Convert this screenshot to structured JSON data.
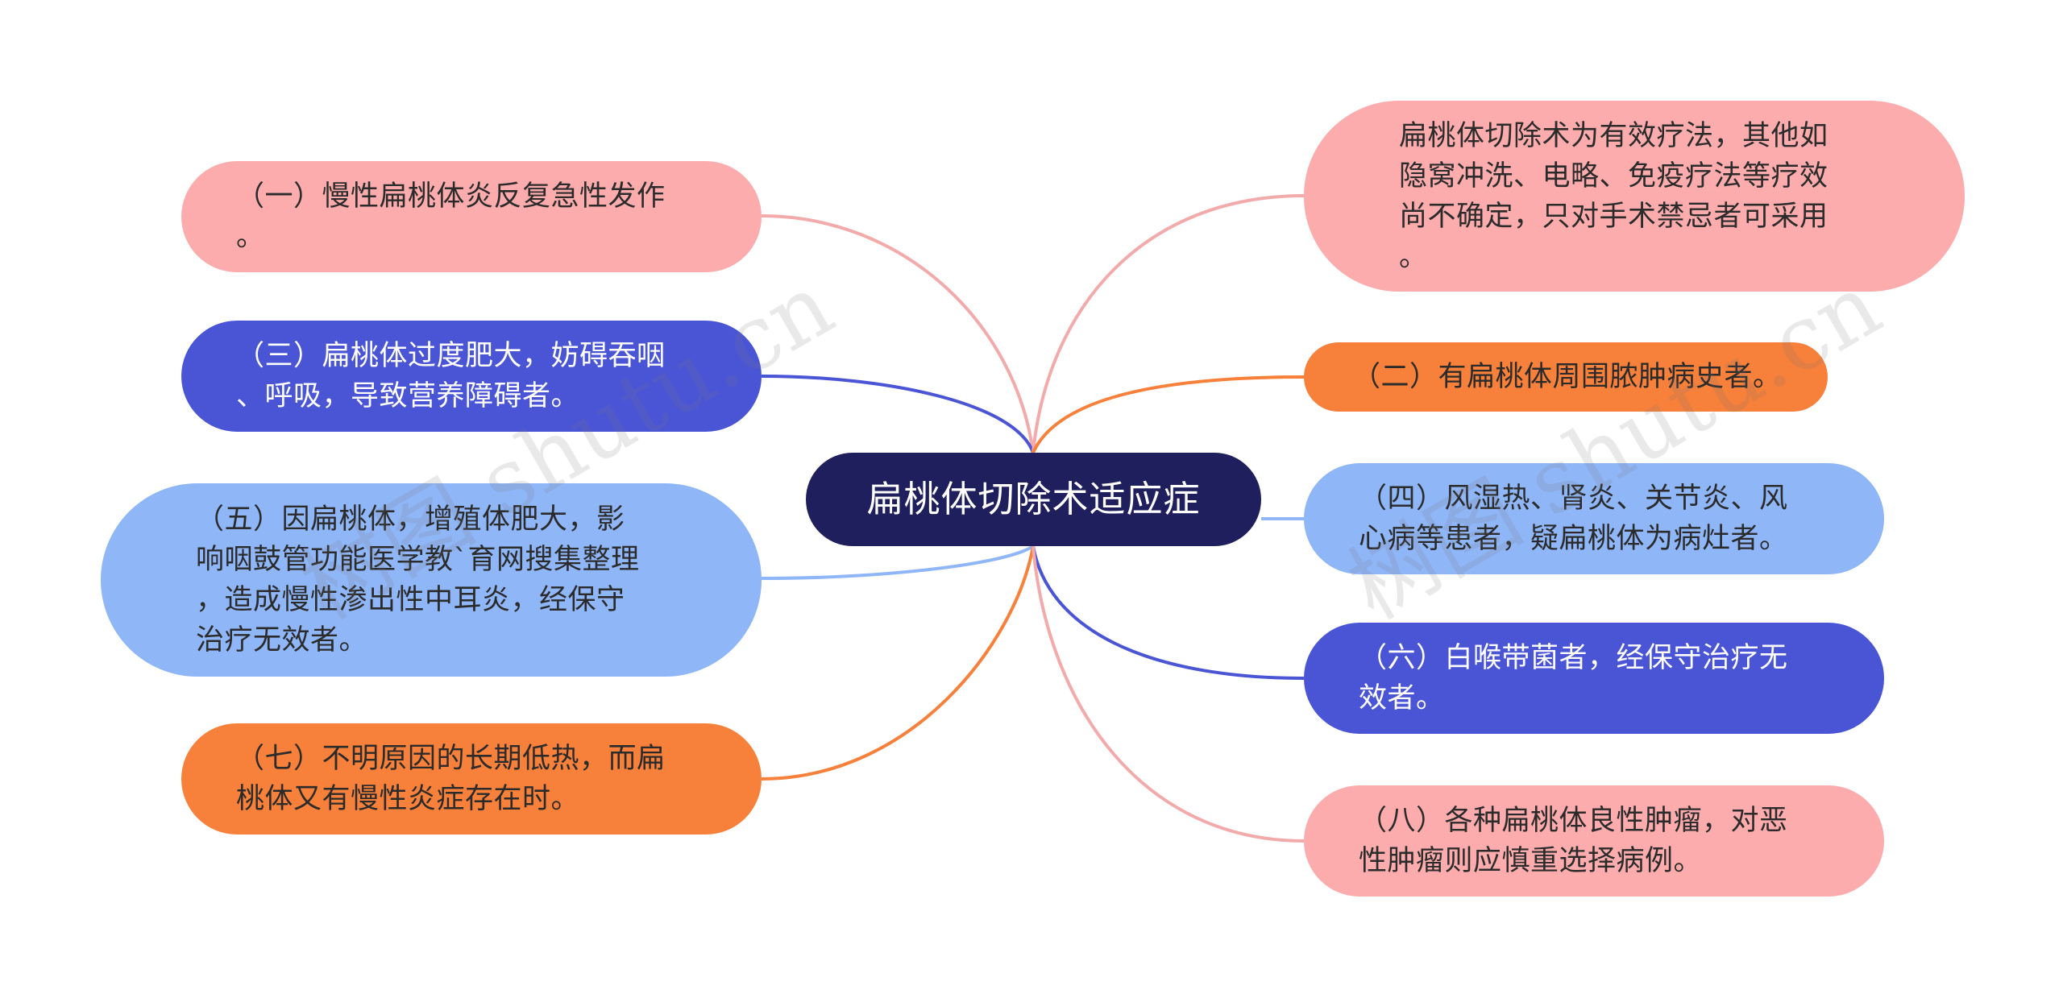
{
  "root": {
    "label": "扁桃体切除术适应症"
  },
  "left_nodes": [
    {
      "id": "n1",
      "text": "（一）慢性扁桃体炎反复急性发作\n。",
      "color": "#fcacac"
    },
    {
      "id": "n3",
      "text": "（三）扁桃体过度肥大，妨碍吞咽\n、呼吸，导致营养障碍者。",
      "color": "#4a55d6"
    },
    {
      "id": "n5",
      "text": "（五）因扁桃体，增殖体肥大，影\n响咽鼓管功能医学教`育网搜集整理\n，造成慢性渗出性中耳炎，经保守\n治疗无效者。",
      "color": "#8fb6f7"
    },
    {
      "id": "n7",
      "text": "（七）不明原因的长期低热，而扁\n桃体又有慢性炎症存在时。",
      "color": "#f7803a"
    }
  ],
  "right_nodes": [
    {
      "id": "r0",
      "text": "扁桃体切除术为有效疗法，其他如\n隐窝冲洗、电略、免疫疗法等疗效\n尚不确定，只对手术禁忌者可采用\n。",
      "color": "#fcacac"
    },
    {
      "id": "r2",
      "text": "（二）有扁桃体周围脓肿病史者。",
      "color": "#f7803a"
    },
    {
      "id": "r4",
      "text": "（四）风湿热、肾炎、关节炎、风\n心病等患者，疑扁桃体为病灶者。",
      "color": "#8fb6f7"
    },
    {
      "id": "r6",
      "text": "（六）白喉带菌者，经保守治疗无\n效者。",
      "color": "#4a55d6"
    },
    {
      "id": "r8",
      "text": "（八）各种扁桃体良性肿瘤，对恶\n性肿瘤则应慎重选择病例。",
      "color": "#fcacac"
    }
  ],
  "watermark": {
    "text": "树图 shutu.cn"
  }
}
